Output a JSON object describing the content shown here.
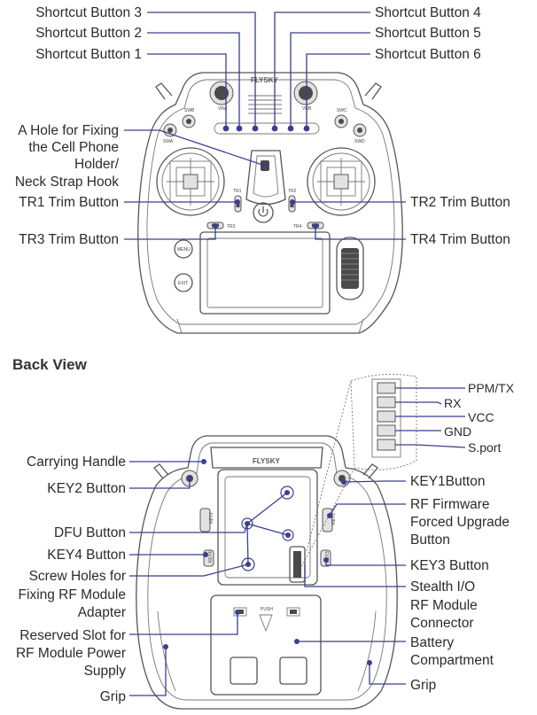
{
  "front": {
    "labels_left": {
      "sc3": "Shortcut Button 3",
      "sc2": "Shortcut Button 2",
      "sc1": "Shortcut Button 1",
      "hole_l1": "A Hole for Fixing",
      "hole_l2": "the Cell Phone",
      "hole_l3": "Holder/",
      "hole_l4": "Neck Strap Hook",
      "tr1": "TR1 Trim Button",
      "tr3": "TR3 Trim Button"
    },
    "labels_right": {
      "sc4": "Shortcut Button 4",
      "sc5": "Shortcut Button 5",
      "sc6": "Shortcut Button 6",
      "tr2": "TR2 Trim Button",
      "tr4": "TR4 Trim Button"
    },
    "device_text": {
      "brand": "FLYSKY",
      "vra": "VRA",
      "vrb": "VRB",
      "swa": "SWA",
      "swb": "SWB",
      "swc": "SWC",
      "swd": "SWD",
      "tr1": "TR1",
      "tr2": "TR2",
      "tr3": "TR3",
      "tr4": "TR4",
      "menu": "MENU",
      "exit": "EXIT"
    }
  },
  "back": {
    "title": "Back View",
    "pins": {
      "p1": "PPM/TX",
      "p2": "RX",
      "p3": "VCC",
      "p4": "GND",
      "p5": "S.port"
    },
    "labels_left": {
      "handle": "Carrying Handle",
      "key2": "KEY2 Button",
      "dfu": "DFU Button",
      "key4": "KEY4 Button",
      "screw_l1": "Screw Holes for",
      "screw_l2": "Fixing RF Module",
      "screw_l3": "Adapter",
      "slot_l1": "Reserved Slot for",
      "slot_l2": "RF Module Power",
      "slot_l3": "Supply",
      "grip": "Grip"
    },
    "labels_right": {
      "key1": "KEY1Button",
      "rf_l1": "RF Firmware",
      "rf_l2": "Forced Upgrade",
      "rf_l3": "Button",
      "key3": "KEY3 Button",
      "io_l1": "Stealth I/O",
      "io_l2": "RF Module",
      "io_l3": "Connector",
      "bat_l1": "Battery",
      "bat_l2": "Compartment",
      "grip": "Grip"
    },
    "device_text": {
      "brand": "FLYSKY",
      "key1": "KEY1",
      "key2": "KEY2",
      "key3": "KEY3",
      "key4": "KEY4",
      "push": "PUSH"
    }
  }
}
